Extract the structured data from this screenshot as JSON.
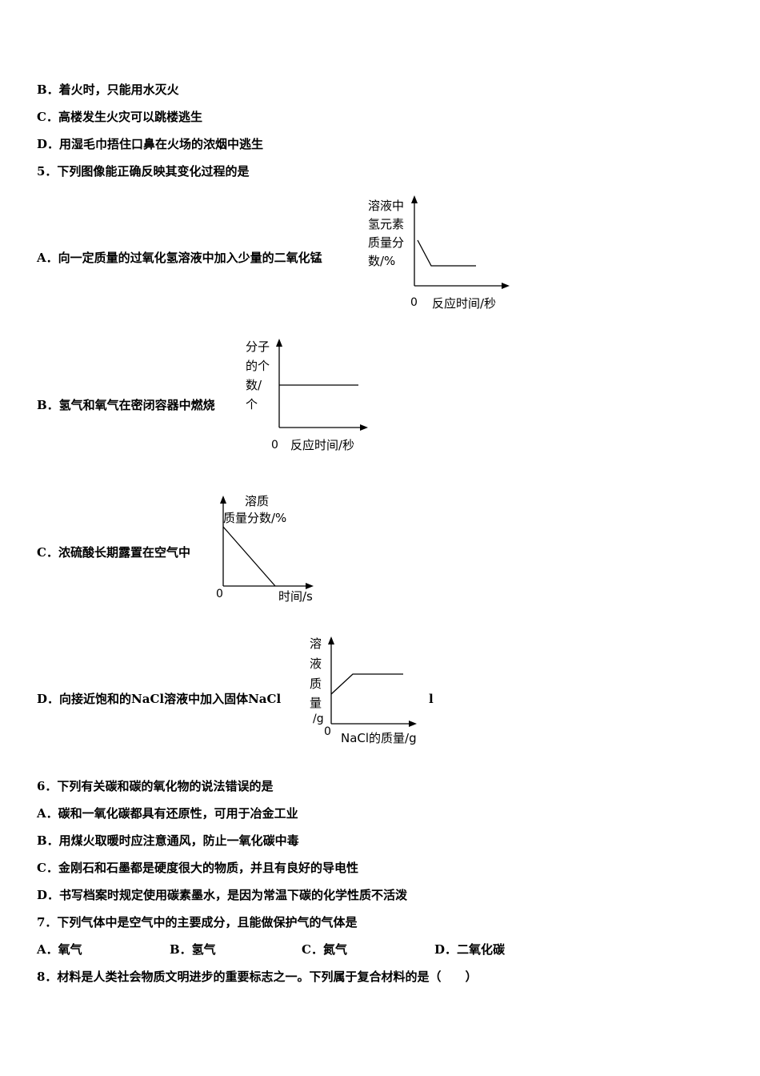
{
  "q4": {
    "optB": "B．着火时，只能用水灭火",
    "optC": "C．高楼发生火灾可以跳楼逃生",
    "optD": "D．用湿毛巾捂住口鼻在火场的浓烟中逃生"
  },
  "q5": {
    "stem": "5．下列图像能正确反映其变化过程的是",
    "A": {
      "text": "A．向一定质量的过氧化氢溶液中加入少量的二氧化锰",
      "ylabel": [
        "溶液中",
        "氢元素",
        "质量分",
        "数/%"
      ],
      "origin": "0",
      "xlabel": "反应时间/秒"
    },
    "B": {
      "text": "B．氢气和氧气在密闭容器中燃烧",
      "ylabel": [
        "分子",
        "的个",
        "数/",
        "个"
      ],
      "origin": "0",
      "xlabel": "反应时间/秒"
    },
    "C": {
      "text": "C．浓硫酸长期露置在空气中",
      "ylabel": [
        "溶质",
        "质量分数/%"
      ],
      "origin": "0",
      "xlabel": "时间/s"
    },
    "D": {
      "text": "D．向接近饱和的NaCl溶液中加入固体NaCl",
      "trail": "l",
      "ylabel": [
        "溶",
        "液",
        "质",
        "量",
        "/g"
      ],
      "origin": "0",
      "xlabel": "NaCl的质量/g"
    }
  },
  "q6": {
    "stem": "6．下列有关碳和碳的氧化物的说法错误的是",
    "optA": "A．碳和一氧化碳都具有还原性，可用于冶金工业",
    "optB": "B．用煤火取暖时应注意通风，防止一氧化碳中毒",
    "optC": "C．金刚石和石墨都是硬度很大的物质，并且有良好的导电性",
    "optD": "D．书写档案时规定使用碳素墨水，是因为常温下碳的化学性质不活泼"
  },
  "q7": {
    "stem": "7．下列气体中是空气中的主要成分，且能做保护气的气体是",
    "optA": "A．氧气",
    "optB": "B．氢气",
    "optC": "C．氮气",
    "optD": "D．二氧化碳"
  },
  "q8": {
    "stem": "8．材料是人类社会物质文明进步的重要标志之一。下列属于复合材料的是（　　）"
  }
}
